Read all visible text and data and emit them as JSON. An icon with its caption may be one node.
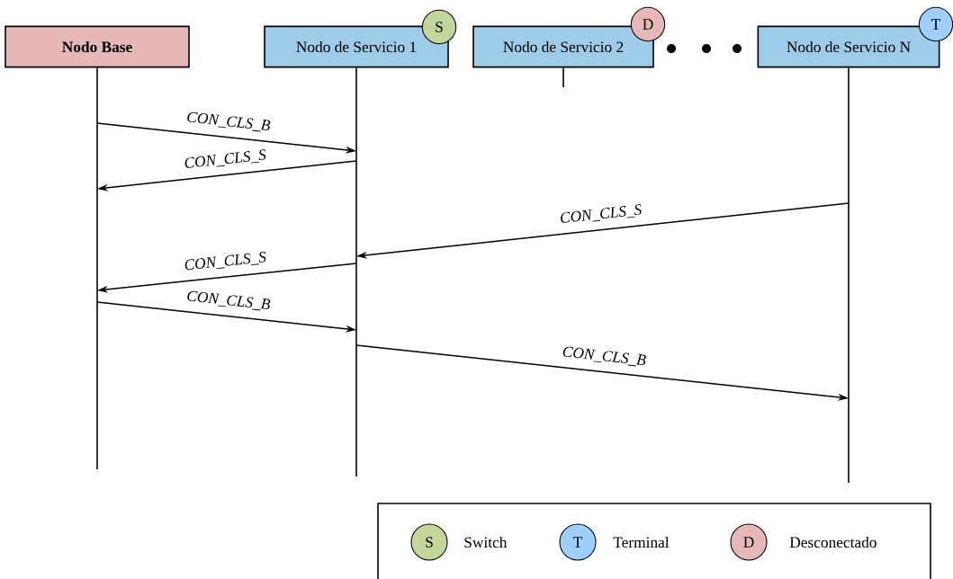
{
  "diagram": {
    "nodes": [
      {
        "text": [
          "Nodo Base"
        ]
      },
      {
        "text": [
          "Nodo de Servicio 1"
        ]
      },
      {
        "text": [
          "Nodo de Servicio 2"
        ]
      },
      {
        "text": [
          "Nodo de Servicio N"
        ]
      },
      {
        "text": [
          "S"
        ]
      },
      {
        "text": [
          "D"
        ]
      },
      {
        "text": [
          "T"
        ]
      }
    ],
    "edges": [
      {
        "from": 0,
        "to": 1,
        "arrow": "to",
        "label": "CON_CLS_B"
      },
      {
        "from": 1,
        "to": 0,
        "arrow": "to",
        "label": "CON_CLS_S"
      },
      {
        "from": 3,
        "to": 1,
        "arrow": "to",
        "label": "CON_CLS_S"
      },
      {
        "from": 1,
        "to": 0,
        "arrow": "to",
        "label": "CON_CLS_S"
      },
      {
        "from": 0,
        "to": 1,
        "arrow": "to",
        "label": "CON_CLS_B"
      },
      {
        "from": 1,
        "to": 3,
        "arrow": "to",
        "label": "CON_CLS_B"
      }
    ],
    "labels": [
      "S",
      "T",
      "D"
    ],
    "legend": [
      {
        "text": "Switch",
        "color": "#c4d79b"
      },
      {
        "text": "Terminal",
        "color": "#9fcfff"
      },
      {
        "text": "Desconectado",
        "color": "#e6b8b7"
      }
    ]
  }
}
